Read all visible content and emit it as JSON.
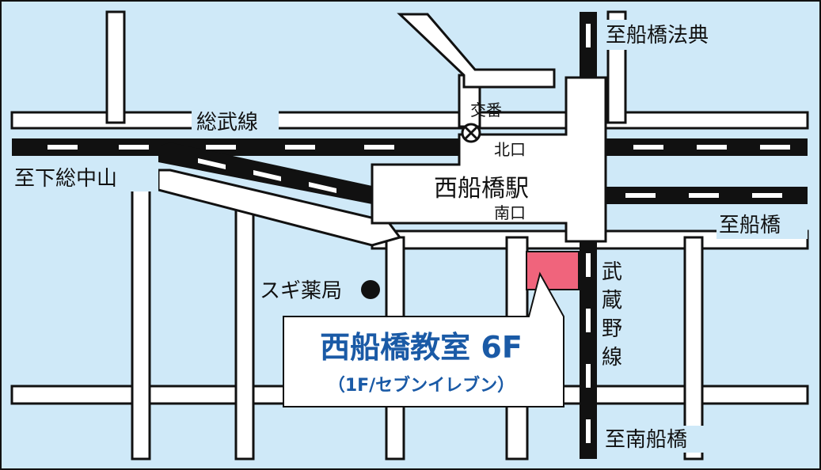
{
  "map": {
    "colors": {
      "water_bg": "#cfe9f8",
      "road": "#ffffff",
      "outline": "#111111",
      "destination": "#f0647c",
      "callout_text": "#1a5aa6",
      "rail_dark": "#111111"
    },
    "labels": {
      "to_funabashi_hoten": "至船橋法典",
      "sobu_line": "総武線",
      "koban": "交番",
      "north_exit": "北口",
      "south_exit": "南口",
      "station": "西船橋駅",
      "to_shimousa_nakayama": "至下総中山",
      "to_funabashi": "至船橋",
      "musashino_line": [
        "武",
        "蔵",
        "野",
        "線"
      ],
      "sugi_pharmacy": "スギ薬局",
      "to_minami_funabashi": "至南船橋"
    },
    "callout": {
      "title": "西船橋教室 6F",
      "subtitle": "（1F/セブンイレブン）"
    },
    "icons": [
      "police-box-icon",
      "pharmacy-dot-icon"
    ]
  }
}
